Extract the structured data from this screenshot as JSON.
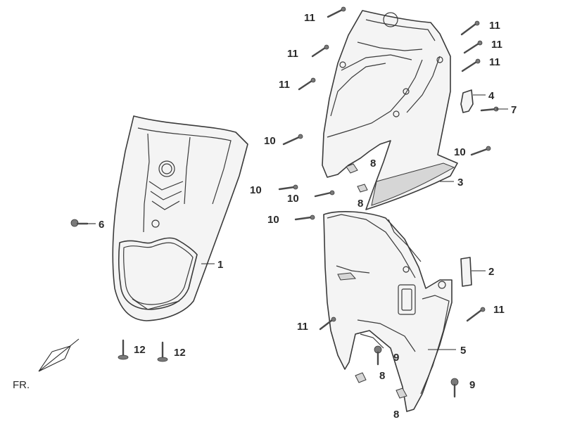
{
  "labels": {
    "p1": "1",
    "p2": "2",
    "p3": "3",
    "p4": "4",
    "p5": "5",
    "p6": "6",
    "p7": "7",
    "p8a": "8",
    "p8b": "8",
    "p8c": "8",
    "p8d": "8",
    "p9a": "9",
    "p9b": "9",
    "p10a": "10",
    "p10b": "10",
    "p10c": "10",
    "p10d": "10",
    "p10e": "10",
    "p11a": "11",
    "p11b": "11",
    "p11c": "11",
    "p11d": "11",
    "p11e": "11",
    "p11f": "11",
    "p11g": "11",
    "p11h": "11",
    "p12a": "12",
    "p12b": "12"
  },
  "orientation": {
    "label": "FR."
  },
  "colors": {
    "line": "#3a3a3a",
    "fill": "#f4f4f4",
    "shade": "#d6d6d6"
  }
}
